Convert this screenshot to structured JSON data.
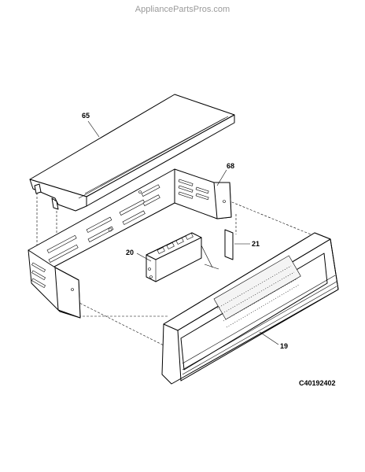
{
  "watermark": "AppliancePartsPros.com",
  "diagram_code": "C40192402",
  "callouts": [
    {
      "id": "65",
      "label": "65"
    },
    {
      "id": "68",
      "label": "68"
    },
    {
      "id": "21",
      "label": "21"
    },
    {
      "id": "20",
      "label": "20"
    },
    {
      "id": "19",
      "label": "19"
    }
  ],
  "colors": {
    "line": "#000000",
    "background": "#ffffff",
    "watermark": "#9a9a9a"
  }
}
